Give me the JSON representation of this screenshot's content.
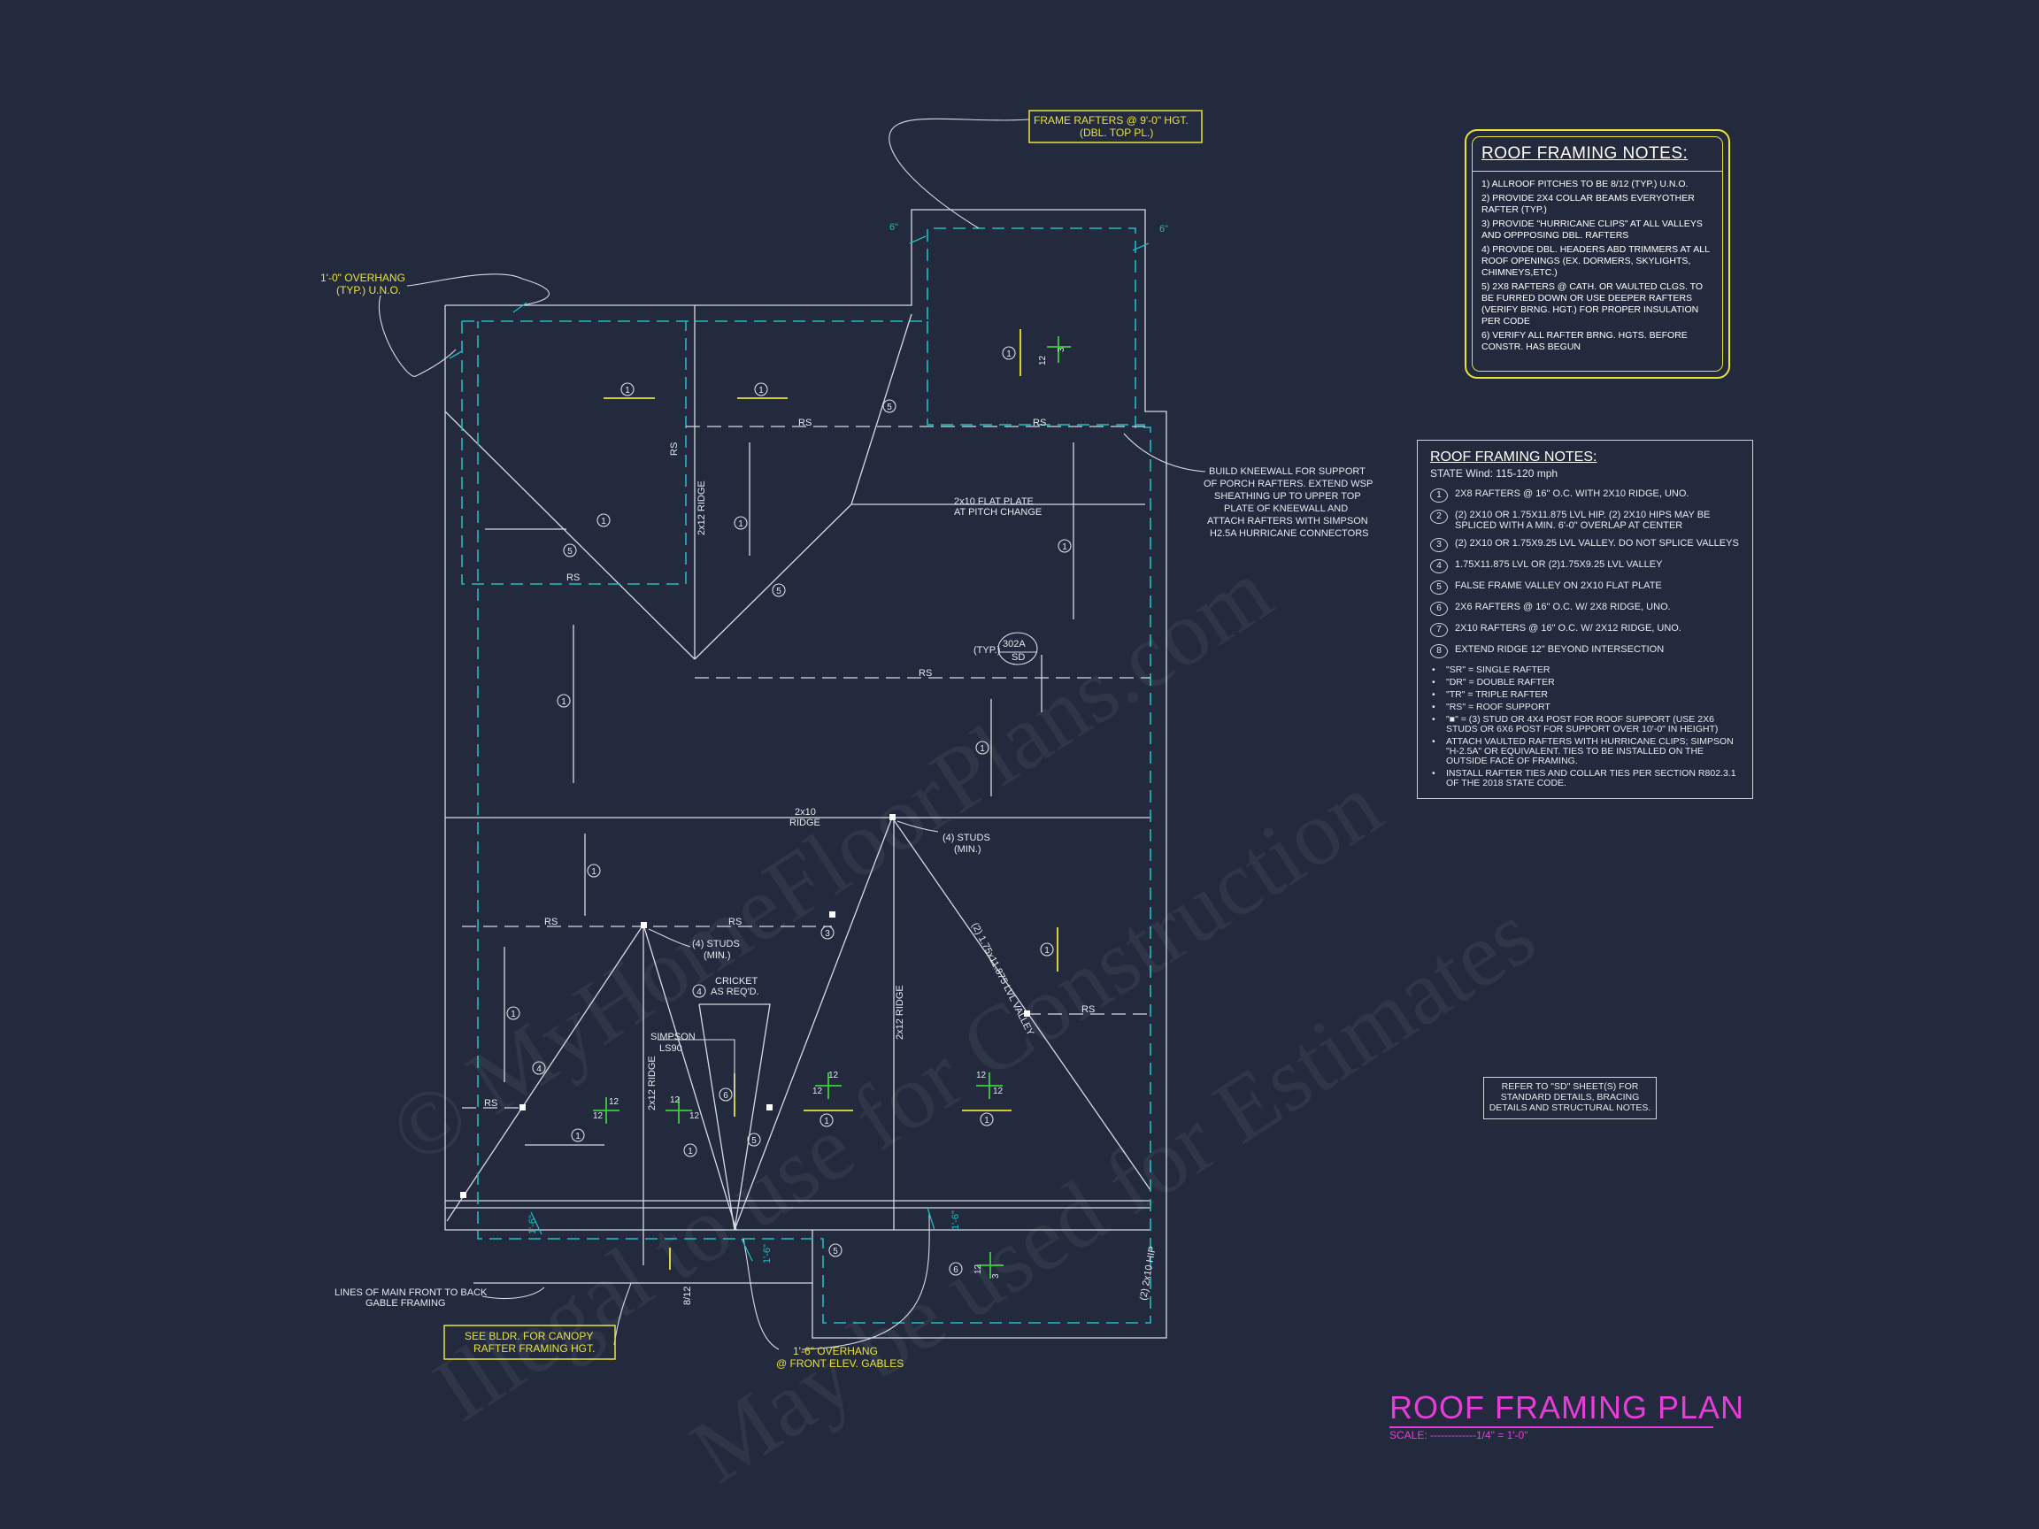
{
  "title": "ROOF FRAMING PLAN",
  "scale": "SCALE: -------------1/4\" = 1'-0\"",
  "watermark": {
    "line1": "© MyHomeFloorPlans.com",
    "line2": "Illegal to use for Construction",
    "line3": "May be used for Estimates"
  },
  "roof_notes_box": {
    "heading": "ROOF FRAMING NOTES:",
    "items": [
      "1) ALLROOF PITCHES TO BE  8/12 (TYP.) U.N.O.",
      "2) PROVIDE 2x4 COLLAR BEAMS EVERYOTHER RAFTER (TYP.)",
      "3) PROVIDE \"HURRICANE CLIPS\" AT ALL VALLEYS AND OPPPOSING DBL. RAFTERS",
      "4) PROVIDE DBL. HEADERS ABD TRIMMERS AT ALL ROOF OPENINGS (EX. DORMERS, SKYLIGHTS, CHIMNEYS,ETC.)",
      "5) 2x8 RAFTERS @ CATH. OR VAULTED CLGS. TO BE FURRED DOWN OR USE DEEPER RAFTERS (VERIFY BRNG. HGT.) FOR PROPER INSULATION PER CODE",
      "6) VERIFY ALL RAFTER BRNG. HGTS. BEFORE CONSTR. HAS BEGUN"
    ]
  },
  "roof_notes_legend": {
    "heading": "ROOF FRAMING NOTES:",
    "subheading": "STATE Wind: 115-120 mph",
    "items": [
      {
        "num": "1",
        "text": "2x8 RAFTERS @ 16\" O.C. WITH 2x10 RIDGE, UNO."
      },
      {
        "num": "2",
        "text": "(2) 2x10 OR 1.75x11.875 LVL HIP. (2) 2x10 HIPS MAY BE SPLICED WITH A MIN. 6'-0\" OVERLAP AT CENTER"
      },
      {
        "num": "3",
        "text": "(2) 2x10 OR 1.75x9.25 LVL VALLEY. DO NOT SPLICE VALLEYS"
      },
      {
        "num": "4",
        "text": "1.75x11.875 LVL OR (2)1.75x9.25 LVL VALLEY"
      },
      {
        "num": "5",
        "text": "FALSE FRAME VALLEY ON 2x10 FLAT PLATE"
      },
      {
        "num": "6",
        "text": "2x6 RAFTERS @ 16\" O.C. W/ 2x8 RIDGE, UNO."
      },
      {
        "num": "7",
        "text": "2x10 RAFTERS @ 16\" O.C. W/ 2x12 RIDGE, UNO."
      },
      {
        "num": "8",
        "text": "EXTEND RIDGE 12\" BEYOND INTERSECTION"
      }
    ],
    "bullets": [
      "\"SR\"  = SINGLE RAFTER",
      "\"DR\" = DOUBLE RAFTER",
      "\"TR\" = TRIPLE RAFTER",
      "\"RS\" = ROOF SUPPORT",
      "\"■\" = (3) STUD OR 4x4 POST FOR ROOF SUPPORT (USE 2X6 STUDS OR 6X6 POST FOR SUPPORT OVER 10'-0\" IN HEIGHT)",
      "ATTACH VAULTED RAFTERS WITH HURRICANE CLIPS; SIMPSON \"H-2.5A\" OR EQUIVALENT. TIES TO BE INSTALLED ON THE OUTSIDE FACE OF FRAMING.",
      "INSTALL RAFTER TIES AND COLLAR TIES PER SECTION R802.3.1 OF THE 2018 STATE CODE."
    ]
  },
  "refer_note": "REFER TO \"SD\" SHEET(S) FOR STANDARD DETAILS, BRACING DETAILS AND STRUCTURAL NOTES.",
  "callouts": {
    "frame_rafters_1": "FRAME RAFTERS @ 9'-0\" HGT.",
    "frame_rafters_2": "(DBL. TOP PL.)",
    "overhang_1": "1'-0\" OVERHANG",
    "overhang_2": "(TYP.) U.N.O.",
    "kneewall_1": "BUILD KNEEWALL FOR SUPPORT",
    "kneewall_2": "OF PORCH RAFTERS. EXTEND WSP",
    "kneewall_3": "SHEATHING UP TO UPPER TOP",
    "kneewall_4": "PLATE OF KNEEWALL AND",
    "kneewall_5": "ATTACH RAFTERS WITH SIMPSON",
    "kneewall_6": "H2.5A HURRICANE CONNECTORS",
    "flat_plate_1": "2x10 FLAT PLATE",
    "flat_plate_2": "AT PITCH CHANGE",
    "typ": "(TYP.)",
    "detail_num": "302A",
    "detail_sheet": "SD",
    "ridge_main": "2x10",
    "ridge_main_2": "RIDGE",
    "studs": "(4) STUDS",
    "studs_min": "(MIN.)",
    "cricket_1": "CRICKET",
    "cricket_2": "AS REQ'D.",
    "simpson_1": "SIMPSON",
    "simpson_2": "LS90",
    "valley_label": "(2) 1.75x11.875 LVL VALLEY",
    "ridge_2x12": "2x12 RIDGE",
    "rs": "RS",
    "gable_1": "LINES OF MAIN FRONT TO BACK",
    "gable_2": "GABLE FRAMING",
    "canopy_1": "SEE BLDR. FOR CANOPY",
    "canopy_2": "RAFTER FRAMING HGT.",
    "front_overhang_1": "1'-6\" OVERHANG",
    "front_overhang_2": "@ FRONT ELEV. GABLES",
    "pitch_812": "8/12",
    "dim_6": "6\"",
    "dim_16": "1'-6\"",
    "pitch_12": "12",
    "pitch_3": "3",
    "hip_label": "(2) 2x10 HIP",
    "n1": "1",
    "n3": "3",
    "n4": "4",
    "n5": "5",
    "n6": "6"
  },
  "colors": {
    "background": "#232a3d",
    "lines": "#d8dbe3",
    "dashed_plate": "#1fbcc4",
    "callout": "#e8e23a",
    "title": "#e63cd8",
    "pitch_mark": "#3ccf3c"
  }
}
